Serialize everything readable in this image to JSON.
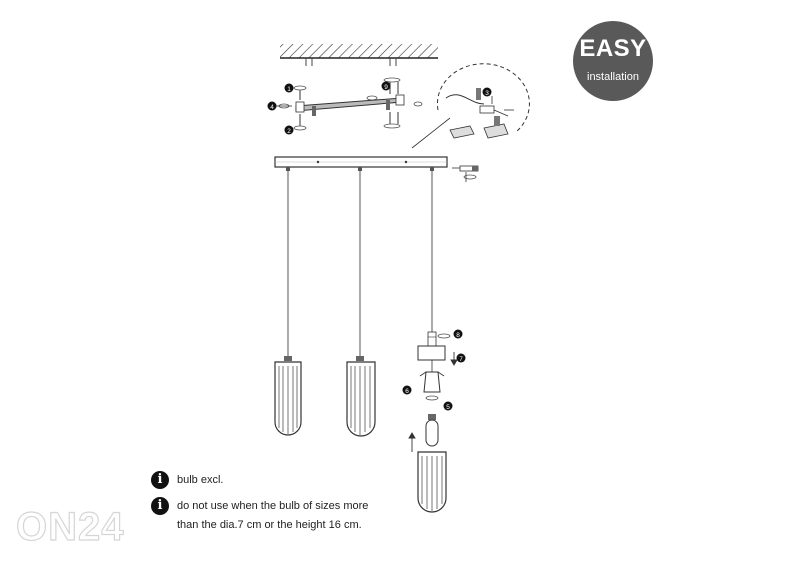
{
  "badge": {
    "title": "EASY",
    "subtitle": "installation"
  },
  "steps": [
    "1",
    "2",
    "3",
    "4",
    "5",
    "6",
    "7",
    "8",
    "9"
  ],
  "notes": [
    {
      "icon": "i",
      "lines": [
        "bulb excl."
      ]
    },
    {
      "icon": "i",
      "lines": [
        "do not use when the bulb of sizes more",
        "than the dia.7 cm or the height 16 cm."
      ]
    }
  ],
  "watermark": "ON24"
}
